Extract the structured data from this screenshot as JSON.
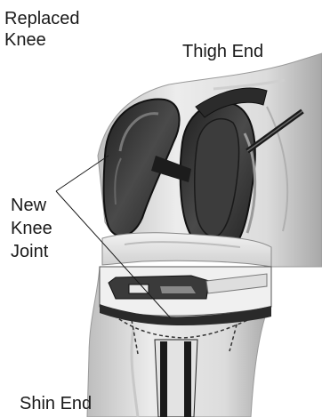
{
  "labels": {
    "title_line1": "Replaced",
    "title_line2": "Knee",
    "thigh_end": "Thigh End",
    "joint_line1": "New",
    "joint_line2": "Knee",
    "joint_line3": "Joint",
    "shin_end": "Shin End"
  },
  "colors": {
    "bone": "#e6e6e6",
    "bone_shadow": "#b5b5b5",
    "implant_dark": "#2a2a2a",
    "implant_mid": "#5a5a5a",
    "leader": "#1a1a1a"
  },
  "icons": {
    "femoral_component": "femoral-component-icon",
    "tibial_component": "tibial-component-icon"
  }
}
